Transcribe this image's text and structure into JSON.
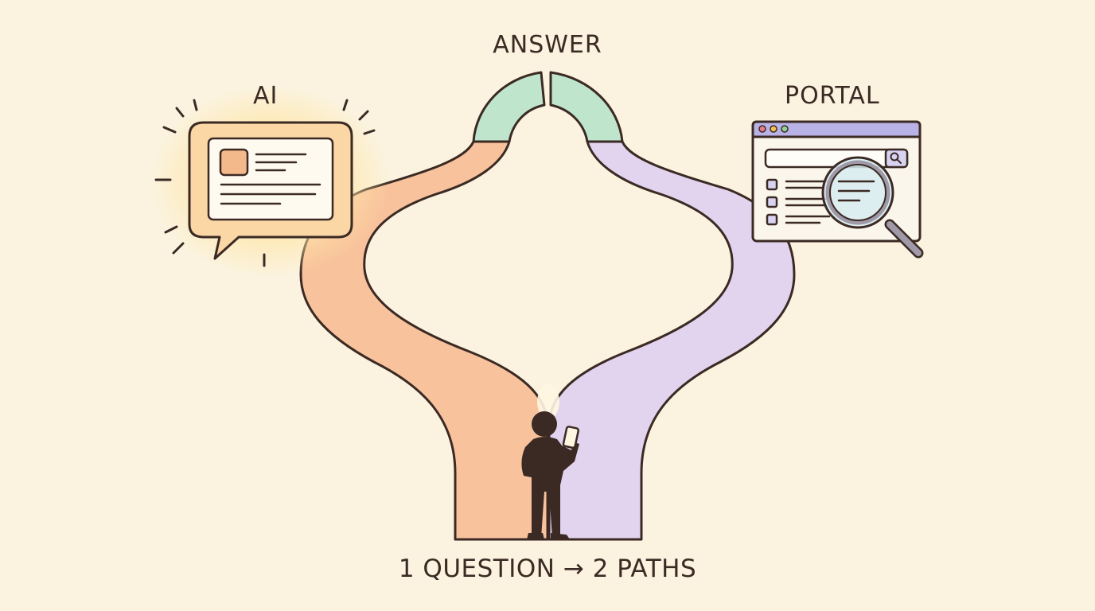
{
  "labels": {
    "answer": "ANSWER",
    "ai": "AI",
    "portal": "PORTAL",
    "caption": "1 QUESTION → 2 PATHS"
  },
  "colors": {
    "background": "#fbf3df",
    "ai_path": "#f8c29c",
    "portal_path": "#e2d3ee",
    "answer_arch": "#bfe6cd",
    "outline": "#3b2a24",
    "ai_glow": "#ffe6a8",
    "portal_titlebar": "#b9b2e6",
    "person": "#3b2a24"
  },
  "icons": {
    "ai": "chat-bubble-icon",
    "portal": "browser-window-icon",
    "search": "magnifier-icon",
    "person": "person-with-phone-icon"
  }
}
